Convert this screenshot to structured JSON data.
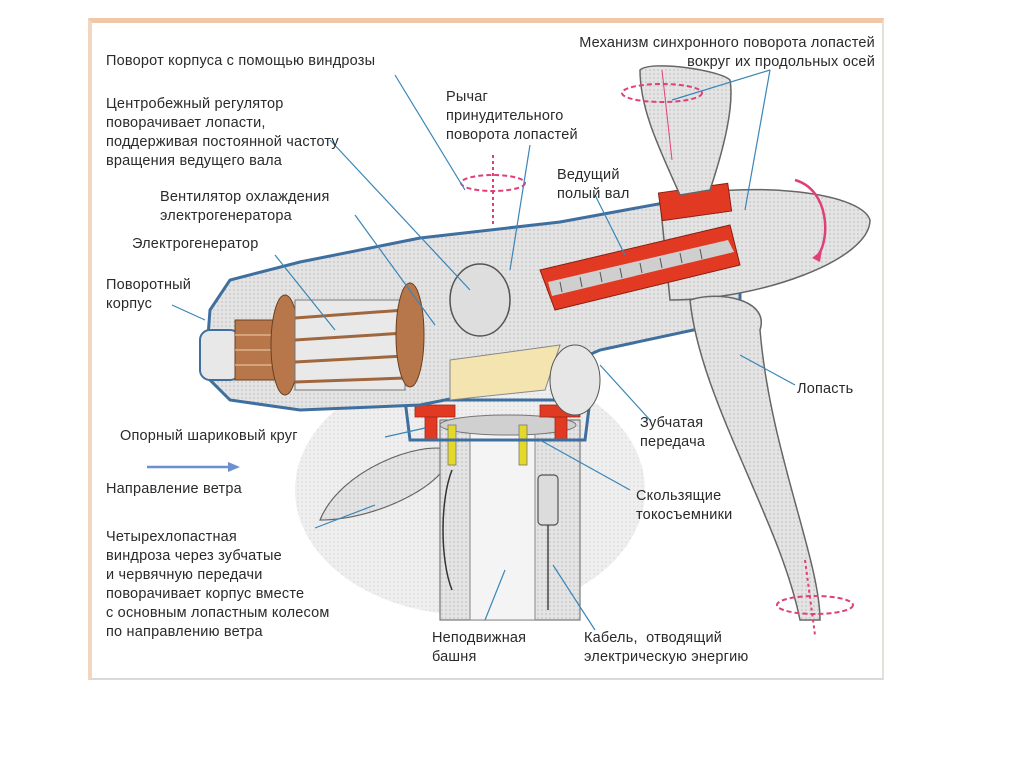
{
  "diagram": {
    "title": "Устройство ветроэлектрической установки",
    "colors": {
      "frame": "#f0c8a8",
      "leader_lines": "#3a86b8",
      "rotation_arrows": "#e0407a",
      "hot_parts": "#e23a22",
      "copper": "#b8774a",
      "housing_outline": "#3f6f9f",
      "body_gray": "#d8d8d8",
      "wind_arrow": "#6c8fd0"
    },
    "labels": {
      "housing_rotation": "Поворот корпуса с помощью виндрозы",
      "centrifugal_regulator": "Центробежный регулятор\nповорачивает лопасти,\nподдерживая постоянной частоту\nвращения ведущего вала",
      "cooling_fan": "Вентилятор охлаждения\nэлектрогенератора",
      "generator": "Электрогенератор",
      "rotary_housing": "Поворотный\nкорпус",
      "ball_bearing_ring": "Опорный шариковый круг",
      "wind_direction": "Направление ветра",
      "windrose_description": "Четырехлопастная\nвиндроза через зубчатые\nи червячную передачи\nповорачивает корпус вместе\nс основным лопастным колесом\nпо направлению ветра",
      "forced_rotation_lever": "Рычаг\nпринудительного\nповорота лопастей",
      "sync_mechanism": "Механизм синхронного поворота лопастей\nвокруг их продольных осей",
      "hollow_shaft": "Ведущий\nполый вал",
      "blade": "Лопасть",
      "gear_transmission": "Зубчатая\nпередача",
      "slip_rings": "Скользящие\nтокосъемники",
      "fixed_tower": "Неподвижная\nбашня",
      "cable": "Кабель,  отводящий\nэлектрическую энергию"
    },
    "icons": [
      "wind-direction-arrow-icon",
      "rotation-arrow-icon"
    ]
  }
}
